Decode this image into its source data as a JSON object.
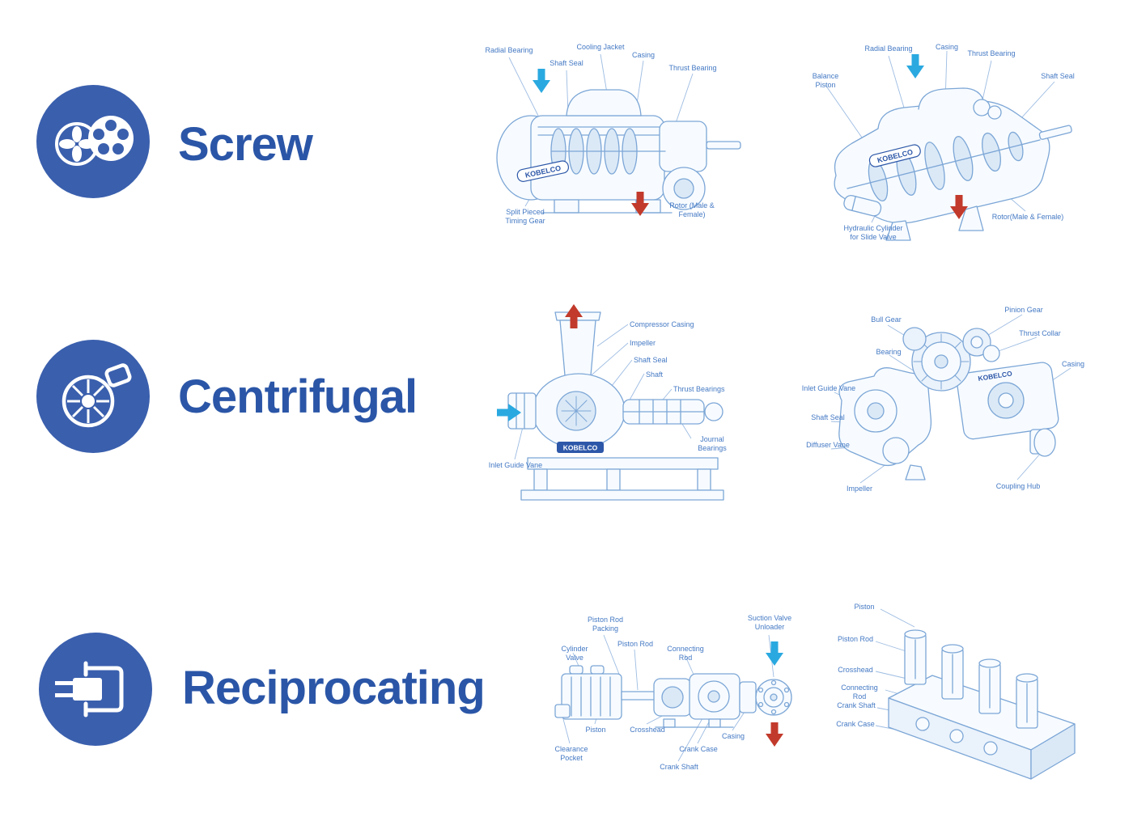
{
  "colors": {
    "heading": "#2b56a7",
    "icon_circle": "#3a5fad",
    "line_art": "#7ca6d6",
    "label_text": "#4479c4",
    "arrow_blue": "#2aa9e0",
    "arrow_red": "#c23a2b",
    "brand_blue": "#2d57a8"
  },
  "rows": [
    {
      "title": "Screw",
      "icon": "twin-screw-rotors-icon",
      "diagrams": [
        {
          "name": "screw-compressor-side-view",
          "brand": "KOBELCO",
          "labels": [
            "Radial Bearing",
            "Shaft Seal",
            "Cooling Jacket",
            "Casing",
            "Thrust Bearing",
            "Split Pieced Timing Gear",
            "Rotor (Male & Female)"
          ]
        },
        {
          "name": "screw-compressor-cutaway",
          "brand": "KOBELCO",
          "labels": [
            "Balance Piston",
            "Radial Bearing",
            "Casing",
            "Thrust Bearing",
            "Shaft Seal",
            "Hydraulic Cylinder for Slide Valve",
            "Rotor(Male & Female)"
          ]
        }
      ]
    },
    {
      "title": "Centrifugal",
      "icon": "centrifugal-impeller-icon",
      "diagrams": [
        {
          "name": "centrifugal-compressor-section",
          "brand": "KOBELCO",
          "labels": [
            "Compressor Casing",
            "Impeller",
            "Shaft Seal",
            "Shaft",
            "Thrust Bearings",
            "Journal Bearings",
            "Inlet Guide Vane"
          ]
        },
        {
          "name": "centrifugal-gear-cutaway",
          "brand": "KOBELCO",
          "labels": [
            "Bull Gear",
            "Pinion Gear",
            "Thrust Collar",
            "Bearing",
            "Casing",
            "Inlet Guide Vane",
            "Shaft Seal",
            "Diffuser Vane",
            "Impeller",
            "Coupling Hub"
          ]
        }
      ]
    },
    {
      "title": "Reciprocating",
      "icon": "piston-cylinder-icon",
      "diagrams": [
        {
          "name": "reciprocating-compressor-section",
          "labels": [
            "Piston Rod Packing",
            "Cylinder Valve",
            "Piston Rod",
            "Connecting Rod",
            "Suction Valve Unloader",
            "Piston",
            "Crosshead",
            "Clearance Pocket",
            "Crank Case",
            "Casing",
            "Crank Shaft"
          ]
        },
        {
          "name": "reciprocating-compressor-isometric",
          "labels": [
            "Piston",
            "Piston Rod",
            "Crosshead",
            "Connecting Rod",
            "Crank Shaft",
            "Crank Case"
          ]
        }
      ]
    }
  ]
}
